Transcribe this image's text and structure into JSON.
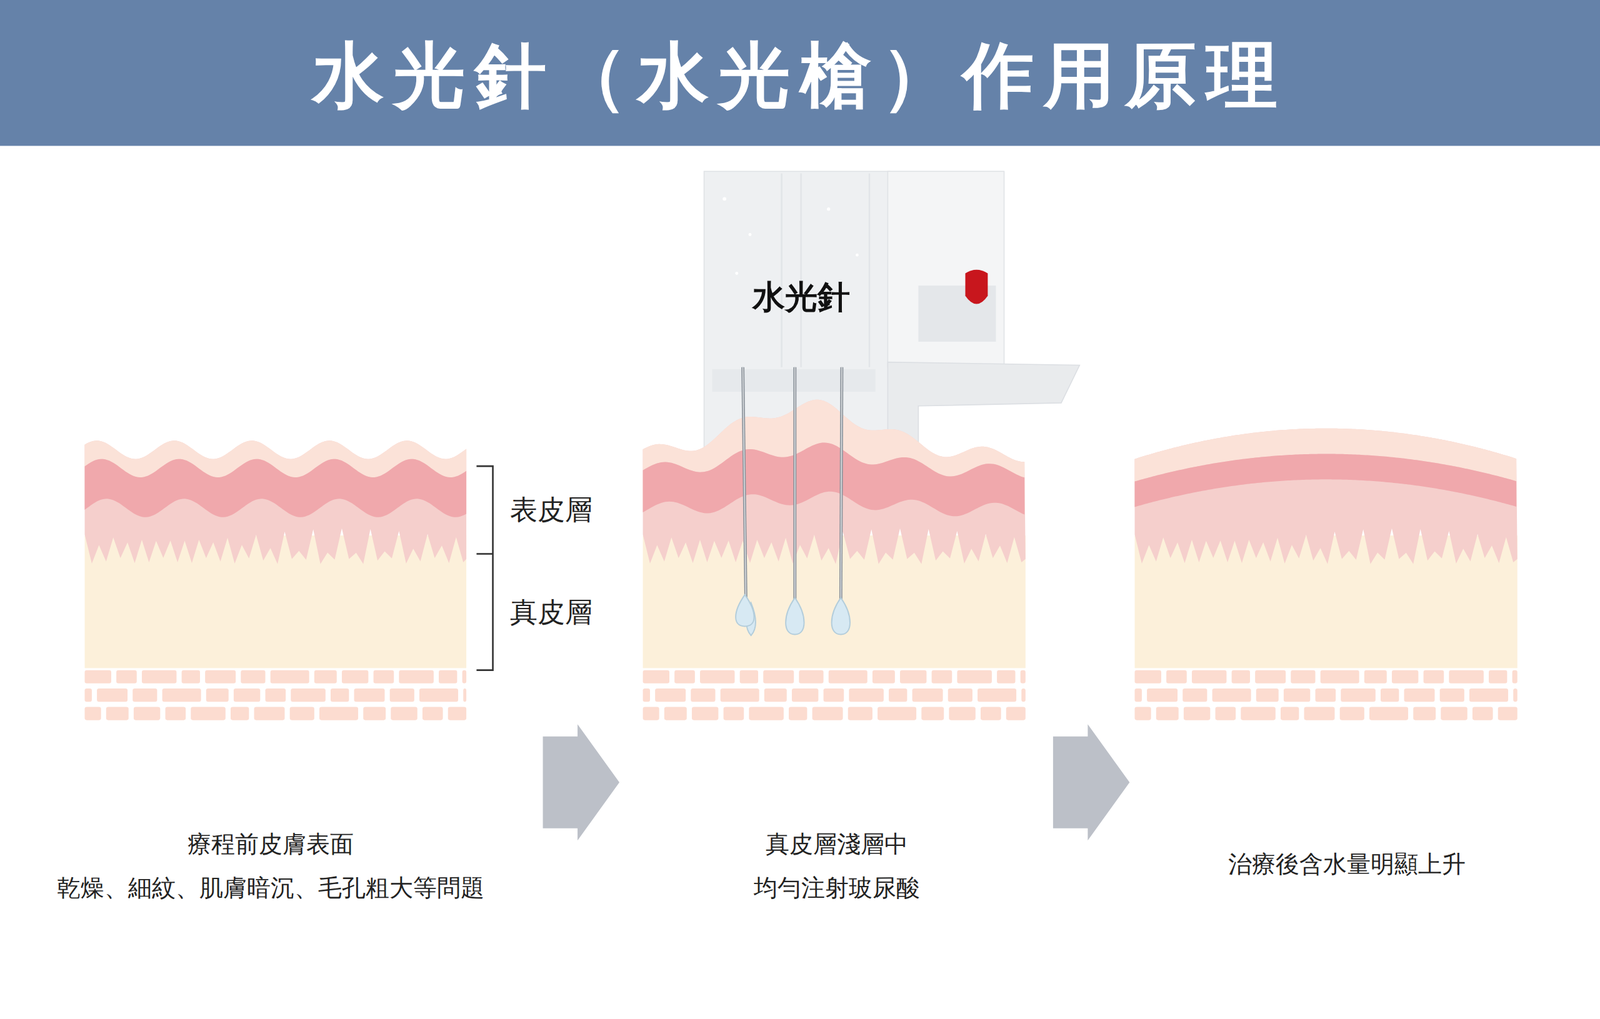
{
  "diagram": {
    "title": "水光針（水光槍）作用原理",
    "labels": [
      "水光針",
      "表皮層",
      "真皮層",
      "療程前皮膚表面",
      "乾燥、細紋、肌膚暗沉、毛孔粗大等問題",
      "真皮層淺層中",
      "均勻注射玻尿酸",
      "治療後含水量明顯上升"
    ]
  }
}
